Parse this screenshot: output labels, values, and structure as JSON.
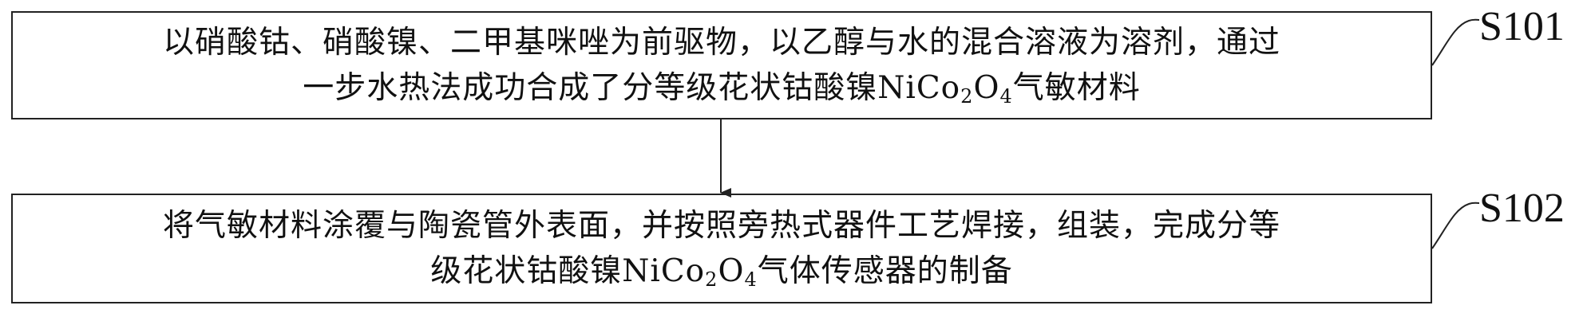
{
  "steps": [
    {
      "label": "S101",
      "line1": "以硝酸钴、硝酸镍、二甲基咪唑为前驱物，以乙醇与水的混合溶液为溶剂，通过",
      "line2_prefix": "一步水热法成功合成了分等级花状钴酸镍Ni",
      "co_symbol": "Co",
      "co_subscript": "2",
      "o_symbol": "O",
      "o_subscript": "4",
      "line2_suffix": "气敏材料"
    },
    {
      "label": "S102",
      "line1": "将气敏材料涂覆与陶瓷管外表面，并按照旁热式器件工艺焊接，组装，完成分等",
      "line2_prefix": "级花状钴酸镍Ni",
      "co_symbol": "Co",
      "co_subscript": "2",
      "o_symbol": "O",
      "o_subscript": "4",
      "line2_suffix": "气体传感器的制备"
    }
  ],
  "colors": {
    "stroke": "#222222",
    "text": "#111111",
    "background": "#ffffff"
  }
}
